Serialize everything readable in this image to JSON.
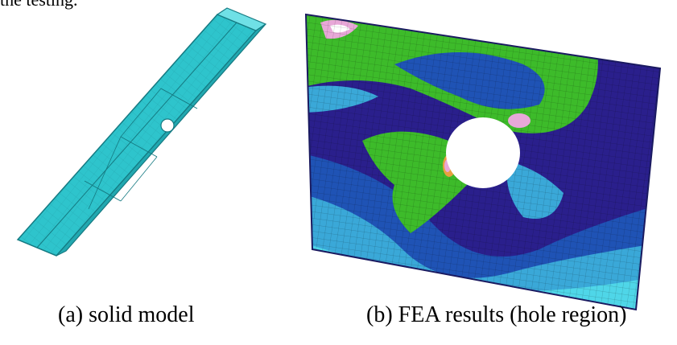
{
  "paper": {
    "top_fragment": "the testing.",
    "figures": [
      {
        "id": "a",
        "caption": "(a) solid model",
        "depicts": "solid-model"
      },
      {
        "id": "b",
        "caption": "(b) FEA results (hole region)",
        "depicts": "fea-contour-plot"
      }
    ],
    "colors": {
      "model_cyan": "#2ec4cc",
      "fea_green": "#3dbb2a",
      "fea_navy": "#2a1f8c",
      "fea_blue": "#1f53b5",
      "fea_lightblue": "#3aa8d8",
      "fea_cyan": "#4fd6e8",
      "fea_orange": "#e8a040",
      "fea_pink": "#e8a8d8"
    }
  }
}
